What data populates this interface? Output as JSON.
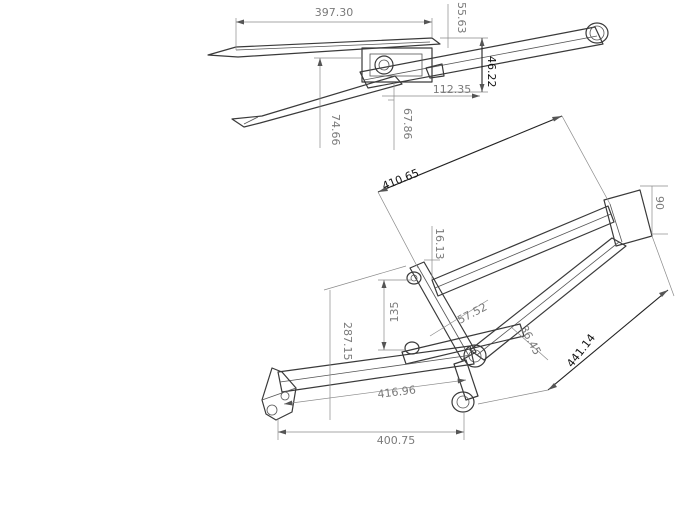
{
  "dimensions": {
    "d1": "397.30",
    "d2": "55.63",
    "d3": "46.22",
    "d4": "112.35",
    "d5": "67.86",
    "d6": "74.66",
    "d7": "410.65",
    "d8": "90",
    "d9": "16.13",
    "d10": "57.52",
    "d11": "135",
    "d12": "287.15",
    "d13": "36.45",
    "d14": "441.14",
    "d15": "416.96",
    "d16": "400.75"
  }
}
